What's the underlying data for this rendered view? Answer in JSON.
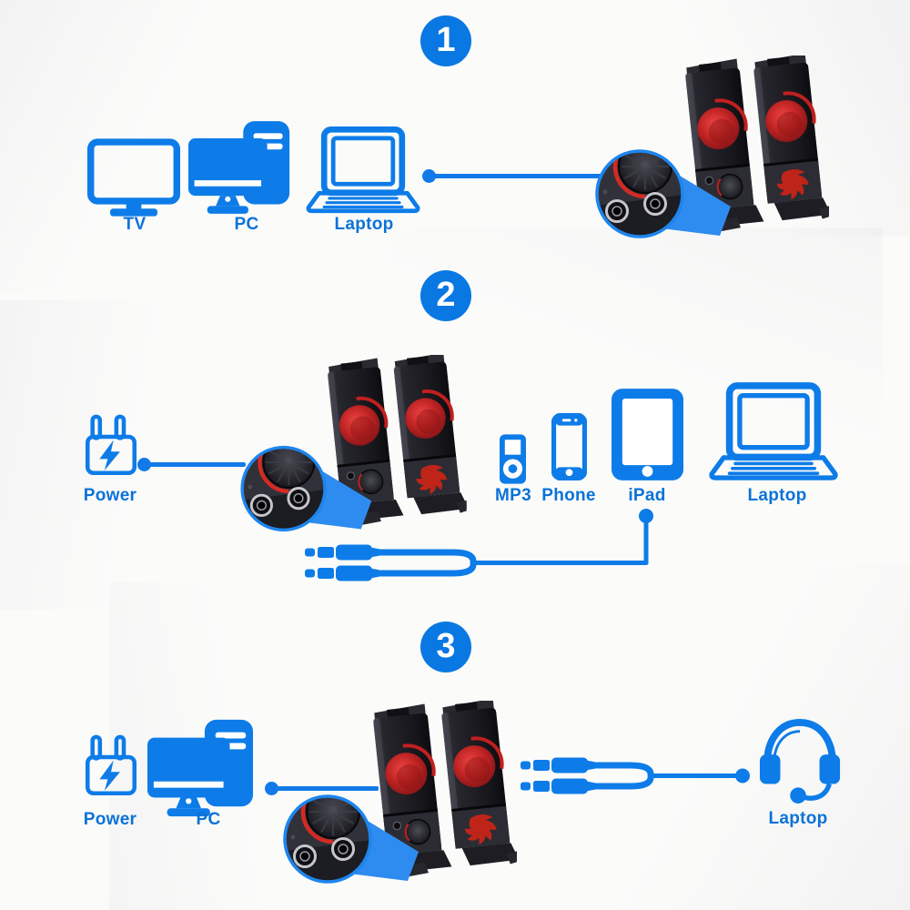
{
  "colors": {
    "accent_blue": "#0d7ce8",
    "badge_blue": "#0a78e2",
    "label_blue": "#0b72d8",
    "speaker_red": "#c42420",
    "speaker_black": "#1b1b21",
    "background": "#fbfbfa"
  },
  "s1": {
    "badge": "1",
    "tv": "TV",
    "pc": "PC",
    "laptop": "Laptop"
  },
  "s2": {
    "badge": "2",
    "power": "Power",
    "mp3": "MP3",
    "phone": "Phone",
    "ipad": "iPad",
    "laptop": "Laptop"
  },
  "s3": {
    "badge": "3",
    "power": "Power",
    "pc": "PC",
    "laptop": "Laptop"
  }
}
